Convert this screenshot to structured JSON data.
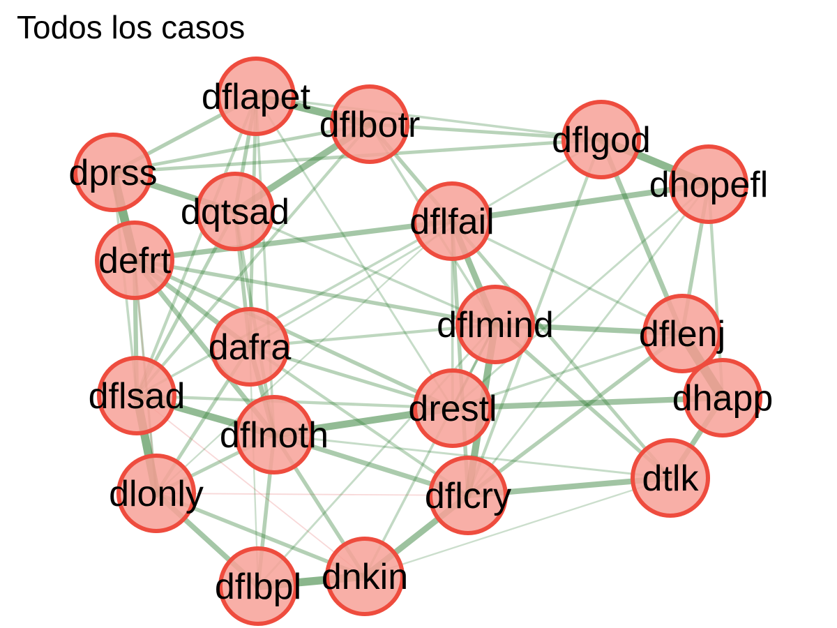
{
  "title": "Todos los casos",
  "colors": {
    "node_fill": "#f7a198",
    "node_stroke": "#ee4c3e",
    "edge_positive": "#2e7d32",
    "edge_negative": "#e57373"
  },
  "nodes": [
    {
      "id": "dflapet",
      "label": "dflapet"
    },
    {
      "id": "dflbotr",
      "label": "dflbotr"
    },
    {
      "id": "dflgod",
      "label": "dflgod"
    },
    {
      "id": "dhopefl",
      "label": "dhopefl"
    },
    {
      "id": "dprss",
      "label": "dprss"
    },
    {
      "id": "dqtsad",
      "label": "dqtsad"
    },
    {
      "id": "dflfail",
      "label": "dflfail"
    },
    {
      "id": "defrt",
      "label": "defrt"
    },
    {
      "id": "dflmind",
      "label": "dflmind"
    },
    {
      "id": "dflenj",
      "label": "dflenj"
    },
    {
      "id": "dafra",
      "label": "dafra"
    },
    {
      "id": "dhapp",
      "label": "dhapp"
    },
    {
      "id": "dflsad",
      "label": "dflsad"
    },
    {
      "id": "drestl",
      "label": "drestl"
    },
    {
      "id": "dflnoth",
      "label": "dflnoth"
    },
    {
      "id": "dtlk",
      "label": "dtlk"
    },
    {
      "id": "dlonly",
      "label": "dlonly"
    },
    {
      "id": "dflcry",
      "label": "dflcry"
    },
    {
      "id": "dflbpl",
      "label": "dflbpl"
    },
    {
      "id": "dnkin",
      "label": "dnkin"
    }
  ],
  "edges": [
    {
      "from": "dflapet",
      "to": "dflbotr",
      "weight": 0.75
    },
    {
      "from": "dflgod",
      "to": "dhopefl",
      "weight": 0.75
    },
    {
      "from": "dprss",
      "to": "dqtsad",
      "weight": 0.6
    },
    {
      "from": "dprss",
      "to": "defrt",
      "weight": 0.9
    },
    {
      "from": "defrt",
      "to": "dflsad",
      "weight": 0.4
    },
    {
      "from": "dflsad",
      "to": "dlonly",
      "weight": 0.85
    },
    {
      "from": "dlonly",
      "to": "dflbpl",
      "weight": 0.5
    },
    {
      "from": "dflbpl",
      "to": "dnkin",
      "weight": 0.8
    },
    {
      "from": "dnkin",
      "to": "dflcry",
      "weight": 0.6
    },
    {
      "from": "dflcry",
      "to": "dtlk",
      "weight": 0.55
    },
    {
      "from": "dtlk",
      "to": "dhapp",
      "weight": 0.5
    },
    {
      "from": "dhapp",
      "to": "dflenj",
      "weight": 1.0
    },
    {
      "from": "dflenj",
      "to": "dflmind",
      "weight": 0.5
    },
    {
      "from": "dflmind",
      "to": "dflfail",
      "weight": 0.6
    },
    {
      "from": "dflmind",
      "to": "dflcry",
      "weight": 0.7
    },
    {
      "from": "dflnoth",
      "to": "drestl",
      "weight": 0.7
    },
    {
      "from": "drestl",
      "to": "dhapp",
      "weight": 0.55
    },
    {
      "from": "dflsad",
      "to": "dflnoth",
      "weight": 0.7
    },
    {
      "from": "dflfail",
      "to": "defrt",
      "weight": 0.5
    },
    {
      "from": "dflfail",
      "to": "dhopefl",
      "weight": 0.55
    },
    {
      "from": "dqtsad",
      "to": "dflbotr",
      "weight": 0.65
    },
    {
      "from": "dqtsad",
      "to": "dflapet",
      "weight": 0.35
    },
    {
      "from": "dqtsad",
      "to": "dafra",
      "weight": 0.35
    },
    {
      "from": "dprss",
      "to": "dflapet",
      "weight": 0.35
    },
    {
      "from": "dprss",
      "to": "dflbotr",
      "weight": 0.3
    },
    {
      "from": "dprss",
      "to": "dflgod",
      "weight": 0.3
    },
    {
      "from": "dflbotr",
      "to": "dflgod",
      "weight": 0.3
    },
    {
      "from": "dflapet",
      "to": "dflgod",
      "weight": 0.2
    },
    {
      "from": "defrt",
      "to": "dafra",
      "weight": 0.45
    },
    {
      "from": "defrt",
      "to": "drestl",
      "weight": 0.35
    },
    {
      "from": "defrt",
      "to": "dflnoth",
      "weight": 0.45
    },
    {
      "from": "defrt",
      "to": "dflmind",
      "weight": 0.35
    },
    {
      "from": "dafra",
      "to": "dflnoth",
      "weight": 0.45
    },
    {
      "from": "dafra",
      "to": "drestl",
      "weight": 0.3
    },
    {
      "from": "dafra",
      "to": "dlonly",
      "weight": 0.3
    },
    {
      "from": "dflnoth",
      "to": "dflcry",
      "weight": 0.45
    },
    {
      "from": "dflnoth",
      "to": "dflbpl",
      "weight": 0.35
    },
    {
      "from": "dflnoth",
      "to": "dnkin",
      "weight": 0.35
    },
    {
      "from": "dflnoth",
      "to": "dlonly",
      "weight": 0.3
    },
    {
      "from": "dflcry",
      "to": "dflfail",
      "weight": 0.35
    },
    {
      "from": "dflcry",
      "to": "dflenj",
      "weight": 0.35
    },
    {
      "from": "dlonly",
      "to": "dnkin",
      "weight": 0.35
    },
    {
      "from": "dflmind",
      "to": "dtlk",
      "weight": 0.35
    },
    {
      "from": "dflfail",
      "to": "dtlk",
      "weight": 0.3
    },
    {
      "from": "dflmind",
      "to": "dafra",
      "weight": 0.25
    },
    {
      "from": "dflbotr",
      "to": "dflfail",
      "weight": 0.35
    },
    {
      "from": "dflapet",
      "to": "dafra",
      "weight": 0.3
    },
    {
      "from": "dflapet",
      "to": "dflsad",
      "weight": 0.25
    },
    {
      "from": "dflgod",
      "to": "dflenj",
      "weight": 0.45
    },
    {
      "from": "dhopefl",
      "to": "dflenj",
      "weight": 0.35
    },
    {
      "from": "dhopefl",
      "to": "dhapp",
      "weight": 0.25
    },
    {
      "from": "dflbotr",
      "to": "dflsad",
      "weight": 0.25
    },
    {
      "from": "dqtsad",
      "to": "dflnoth",
      "weight": 0.3
    },
    {
      "from": "dqtsad",
      "to": "dflmind",
      "weight": 0.2
    },
    {
      "from": "dflsad",
      "to": "drestl",
      "weight": 0.25
    },
    {
      "from": "dflsad",
      "to": "dflfail",
      "weight": 0.2
    },
    {
      "from": "dafra",
      "to": "dflcry",
      "weight": 0.25
    },
    {
      "from": "drestl",
      "to": "dflfail",
      "weight": 0.2
    },
    {
      "from": "drestl",
      "to": "dflmind",
      "weight": 0.2
    },
    {
      "from": "dflgod",
      "to": "dflcry",
      "weight": 0.25
    },
    {
      "from": "dflgod",
      "to": "dafra",
      "weight": 0.15
    },
    {
      "from": "dhopefl",
      "to": "drestl",
      "weight": 0.15
    },
    {
      "from": "dflenj",
      "to": "drestl",
      "weight": 0.2
    },
    {
      "from": "dflapet",
      "to": "dflnoth",
      "weight": 0.2
    },
    {
      "from": "dflbotr",
      "to": "dflmind",
      "weight": 0.2
    },
    {
      "from": "dlonly",
      "to": "defrt",
      "weight": 0.2
    },
    {
      "from": "dtlk",
      "to": "dflnoth",
      "weight": 0.15
    },
    {
      "from": "dnkin",
      "to": "dflmind",
      "weight": 0.2
    },
    {
      "from": "dflbpl",
      "to": "dflmind",
      "weight": 0.15
    },
    {
      "from": "dqtsad",
      "to": "dflsad",
      "weight": 0.3
    },
    {
      "from": "dflfail",
      "to": "dflenj",
      "weight": 0.2
    },
    {
      "from": "dflapet",
      "to": "drestl",
      "weight": 0.15
    },
    {
      "from": "dprss",
      "to": "dflsad",
      "weight": 0.2
    },
    {
      "from": "dhopefl",
      "to": "dflcry",
      "weight": 0.15
    },
    {
      "from": "dtlk",
      "to": "dnkin",
      "weight": 0.1
    },
    {
      "from": "dlonly",
      "to": "dflfail",
      "weight": 0.1
    },
    {
      "from": "dflbpl",
      "to": "dafra",
      "weight": 0.1
    }
  ],
  "negative_edges": [
    {
      "from": "defrt",
      "to": "dlonly",
      "weight": 0.08
    },
    {
      "from": "dflsad",
      "to": "dnkin",
      "weight": 0.06
    },
    {
      "from": "dlonly",
      "to": "dflcry",
      "weight": 0.06
    }
  ]
}
